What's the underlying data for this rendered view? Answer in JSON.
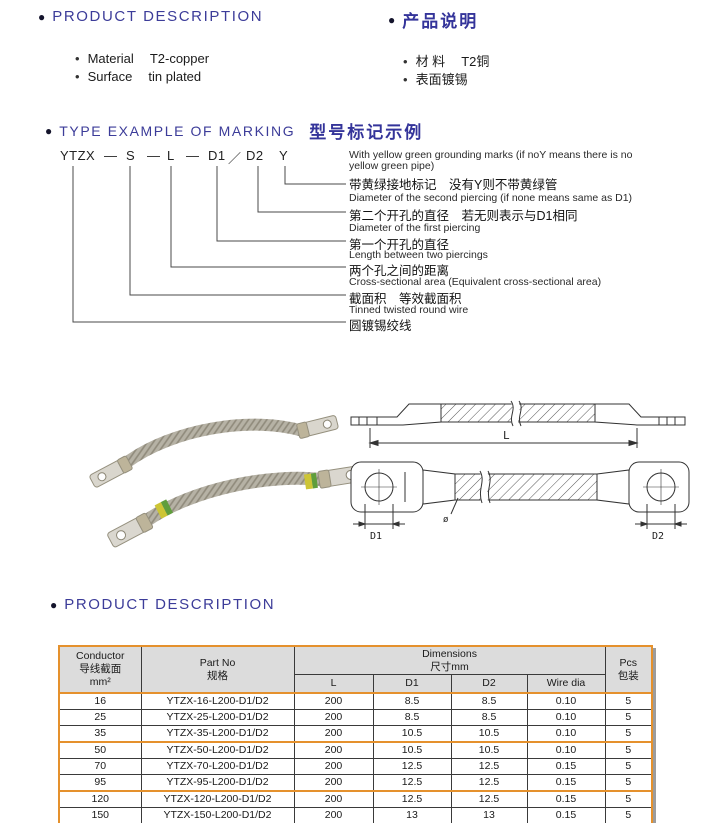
{
  "colors": {
    "accent_blue": "#3c3c99",
    "table_orange": "#e5912d",
    "header_gray": "#dcdcdc"
  },
  "section_product_top": {
    "title_en": "PRODUCT DESCRIPTION",
    "title_zh": "产品说明",
    "bullet": "•",
    "heading_dot": "●",
    "items_en": [
      {
        "label": "Material",
        "value": "T2-copper"
      },
      {
        "label": "Surface",
        "value": "tin plated"
      }
    ],
    "items_zh": [
      {
        "label": "材 料",
        "value": "T2铜"
      },
      {
        "label": "表面镀锡",
        "value": ""
      }
    ]
  },
  "section_marking": {
    "title_en": "TYPE EXAMPLE OF MARKING",
    "title_zh": "型号标记示例",
    "code": {
      "t1": "YTZX",
      "sep1": "—",
      "t2": "S",
      "sep2": "—",
      "t3": "L",
      "sep3": "—",
      "t4": "D1",
      "sep4": "／",
      "t5": "D2",
      "t6": "Y"
    },
    "lines": [
      {
        "text": "With yellow green grounding marks (if noY means there is no",
        "lang": "en"
      },
      {
        "text": "yellow green pipe)",
        "lang": "en"
      },
      {
        "text": "带黄绿接地标记　没有Y则不带黄绿管",
        "lang": "zh"
      },
      {
        "text": "Diameter of the second piercing (if none means same as D1)",
        "lang": "en"
      },
      {
        "text": "第二个开孔的直径　若无则表示与D1相同",
        "lang": "zh"
      },
      {
        "text": "Diameter of the first piercing",
        "lang": "en"
      },
      {
        "text": "第一个开孔的直径",
        "lang": "zh"
      },
      {
        "text": "Length between two piercings",
        "lang": "en"
      },
      {
        "text": "两个孔之间的距离",
        "lang": "zh"
      },
      {
        "text": "Cross-sectional area (Equivalent cross-sectional area)",
        "lang": "en"
      },
      {
        "text": "截面积　等效截面积",
        "lang": "zh"
      },
      {
        "text": "Tinned twisted round wire",
        "lang": "en"
      },
      {
        "text": "圆镀锡绞线",
        "lang": "zh"
      }
    ]
  },
  "drawing": {
    "labels": {
      "length": "L",
      "d1": "D1",
      "d2": "D2",
      "dia": "ø"
    }
  },
  "section_table": {
    "title_en": "PRODUCT DESCRIPTION",
    "header": {
      "conductor_1": "Conductor",
      "conductor_2": "导线截面",
      "conductor_3": "mm²",
      "part_no_1": "Part No",
      "part_no_2": "规格",
      "dimensions_1": "Dimensions",
      "dimensions_2": "尺寸mm",
      "sub": [
        "L",
        "D1",
        "D2",
        "Wire dia"
      ],
      "pcs_1": "Pcs",
      "pcs_2": "包装"
    },
    "rows": [
      [
        "16",
        "YTZX-16-L200-D1/D2",
        "200",
        "8.5",
        "8.5",
        "0.10",
        "5"
      ],
      [
        "25",
        "YTZX-25-L200-D1/D2",
        "200",
        "8.5",
        "8.5",
        "0.10",
        "5"
      ],
      [
        "35",
        "YTZX-35-L200-D1/D2",
        "200",
        "10.5",
        "10.5",
        "0.10",
        "5"
      ],
      [
        "50",
        "YTZX-50-L200-D1/D2",
        "200",
        "10.5",
        "10.5",
        "0.10",
        "5"
      ],
      [
        "70",
        "YTZX-70-L200-D1/D2",
        "200",
        "12.5",
        "12.5",
        "0.15",
        "5"
      ],
      [
        "95",
        "YTZX-95-L200-D1/D2",
        "200",
        "12.5",
        "12.5",
        "0.15",
        "5"
      ],
      [
        "120",
        "YTZX-120-L200-D1/D2",
        "200",
        "12.5",
        "12.5",
        "0.15",
        "5"
      ],
      [
        "150",
        "YTZX-150-L200-D1/D2",
        "200",
        "13",
        "13",
        "0.15",
        "5"
      ]
    ],
    "group_starts": [
      0,
      3,
      6
    ]
  }
}
